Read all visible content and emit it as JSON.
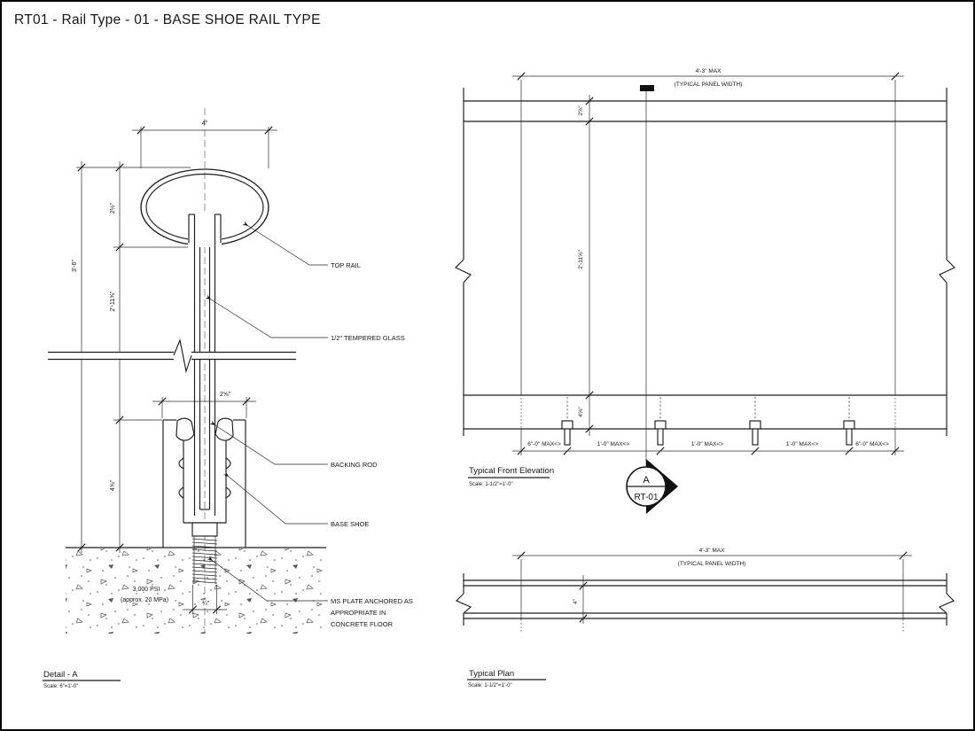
{
  "title": "RT01 - Rail Type - 01 - BASE SHOE RAIL TYPE",
  "colors": {
    "line": "#1c1c1c",
    "background": "#ffffff"
  },
  "detail": {
    "caption": "Detail - A",
    "scale_note": "Scale: 6\"=1'-0\"",
    "labels": {
      "top_rail": "TOP RAIL",
      "tempered_glass": "1/2\" TEMPERED GLASS",
      "backing_rod": "BACKING ROD",
      "base_shoe": "BASE SHOE",
      "ms_plate_line1": "MS PLATE ANCHORED AS",
      "ms_plate_line2": "APPROPRIATE IN",
      "ms_plate_line3": "CONCRETE FLOOR",
      "concrete_line1": "3,000 PSI",
      "concrete_line2": "(approx. 20 MPa)"
    },
    "dims": {
      "rail_width": "4\"",
      "rail_height": "2½\"",
      "glass_exposed_height": "2'-11⅝\"",
      "overall_height": "3'-6\"",
      "shoe_width": "2⅝\"",
      "shoe_height": "4⅝\"",
      "anchor_bolt_width": "¾\""
    }
  },
  "elevation": {
    "caption": "Typical Front Elevation",
    "scale_note": "Scale: 1-1/2\"=1'-0\"",
    "dims": {
      "panel_width": "4'-3\" MAX",
      "panel_width_note": "(TYPICAL PANEL WIDTH)",
      "rail_height": "2⅝\"",
      "glass_height": "2'-11⅝\"",
      "shoe_height": "4⅝\""
    },
    "anchor_spacing": [
      "6\"-0\" MAX<>",
      "1'-0\" MAX<>",
      "1'-0\" MAX<>",
      "1'-0\" MAX<>",
      "6\"-0\" MAX<>"
    ],
    "callout": {
      "detail_letter": "A",
      "sheet_ref": "RT-01"
    }
  },
  "plan": {
    "caption": "Typical Plan",
    "scale_note": "Scale: 1-1/2\"=1'-0\"",
    "dims": {
      "panel_width": "4'-3\" MAX",
      "panel_width_note": "(TYPICAL PANEL WIDTH)",
      "rail_depth": "4\""
    }
  }
}
